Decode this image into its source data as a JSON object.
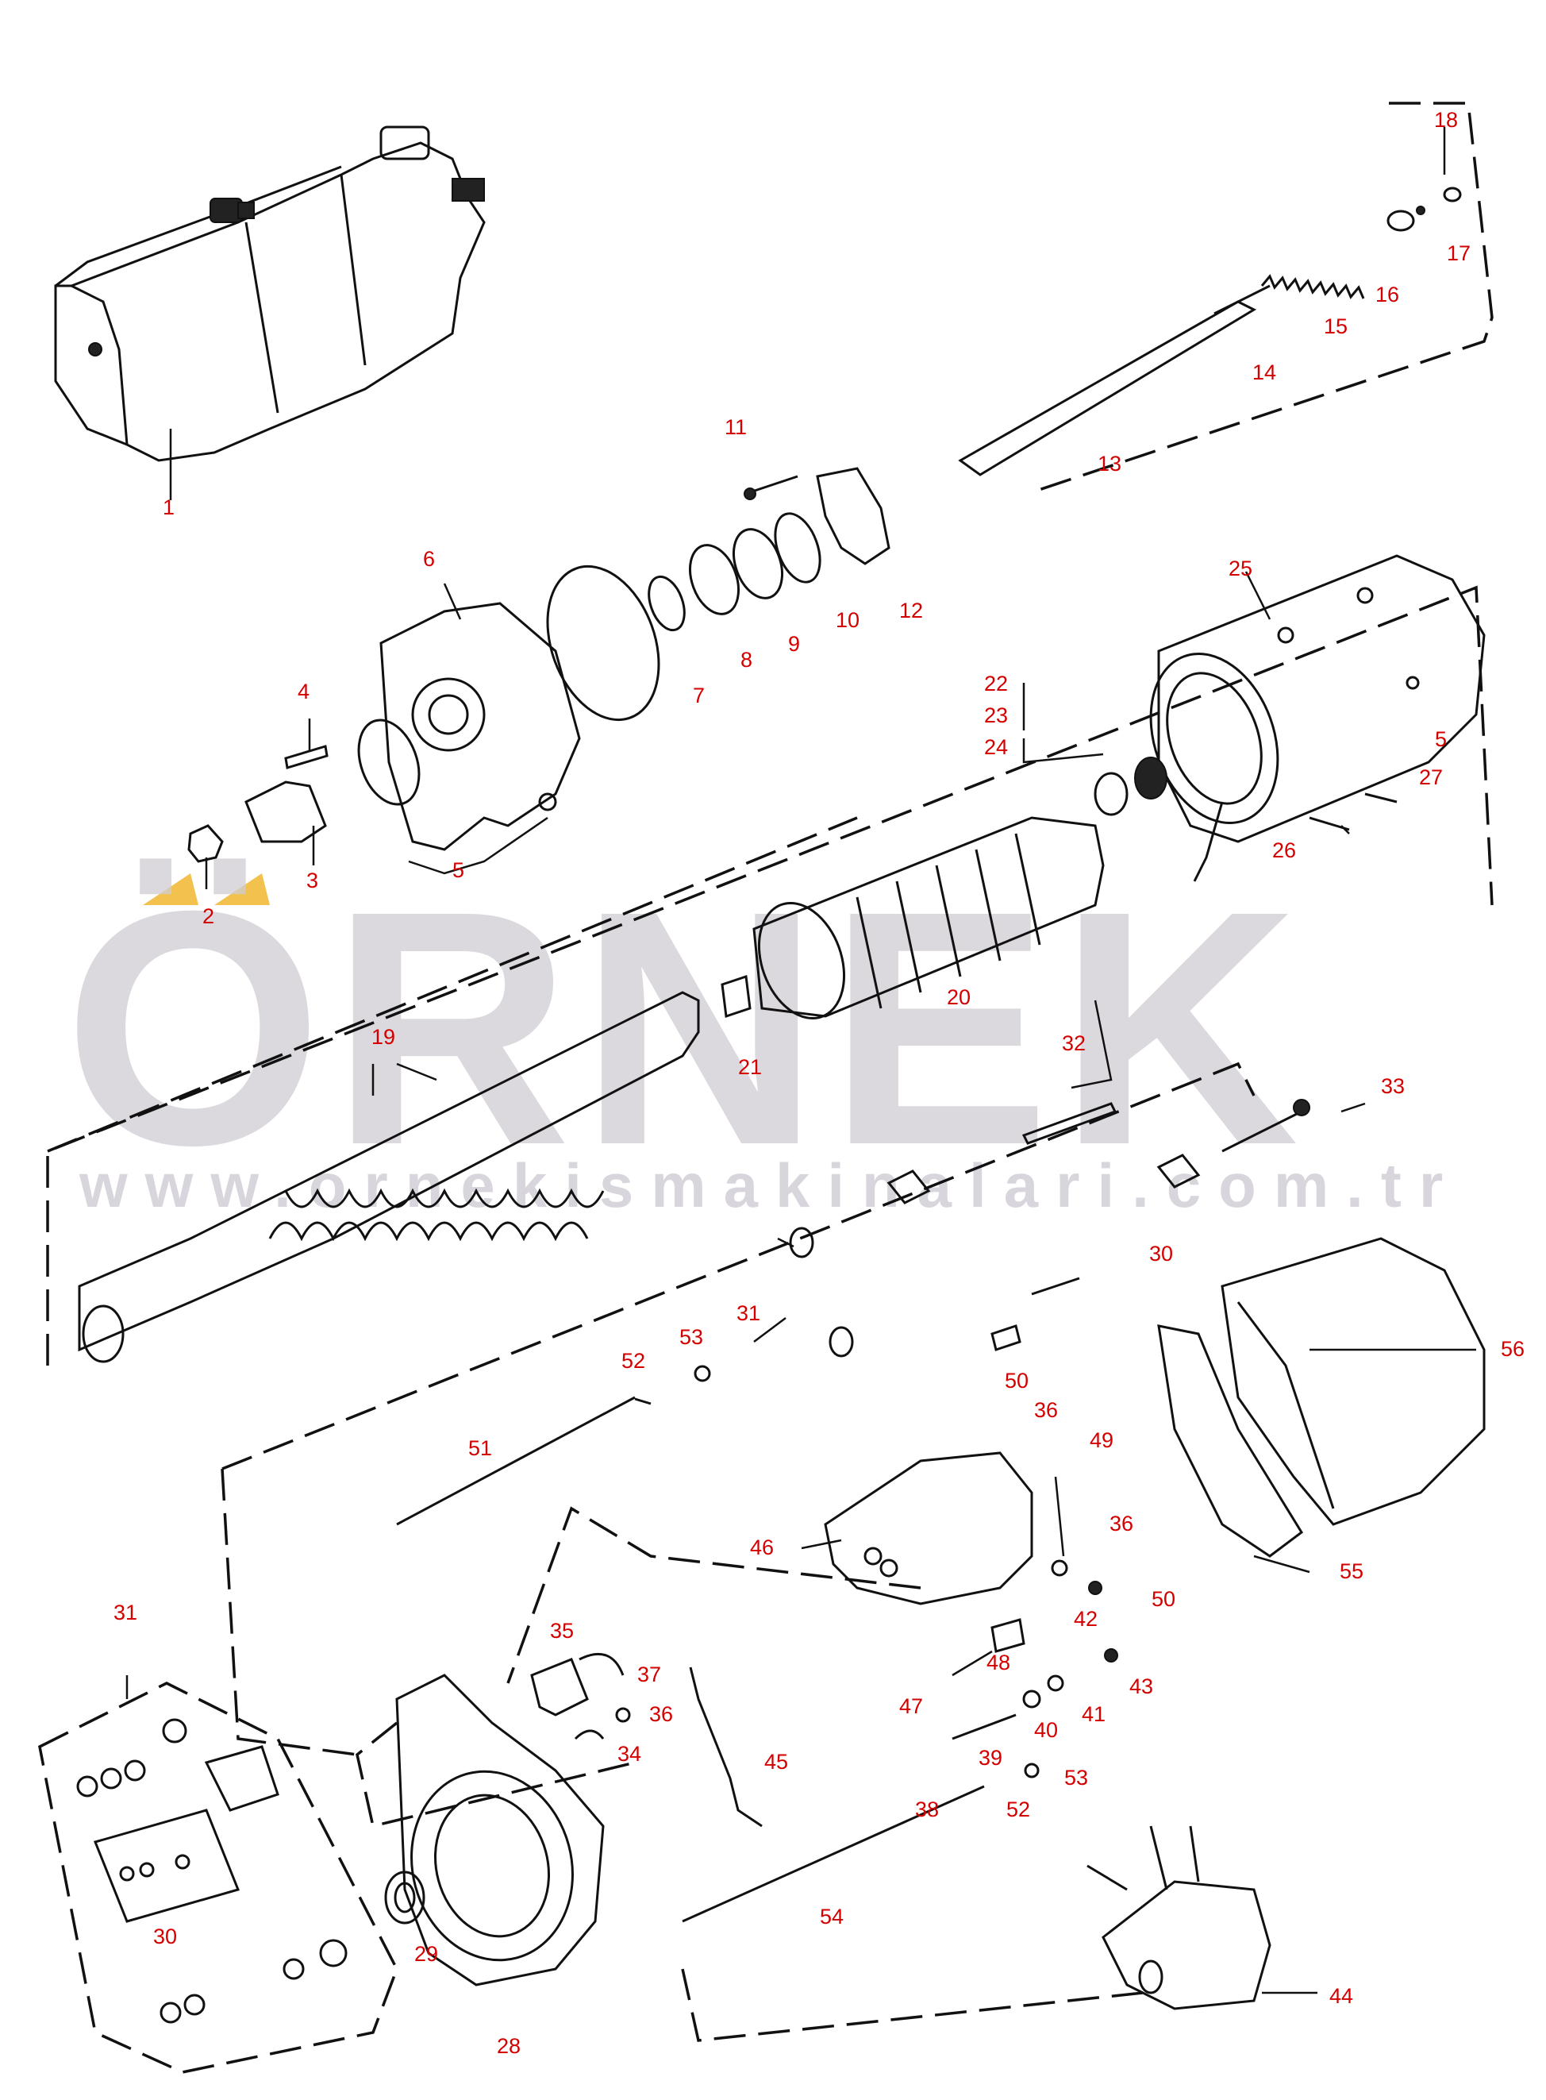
{
  "watermark": {
    "brand": "ÖRNEK",
    "url": "www.ornekismakinalari.com.tr",
    "accent_color": "#f2c14e"
  },
  "callouts": [
    {
      "id": "c1",
      "text": "1"
    },
    {
      "id": "c2",
      "text": "2"
    },
    {
      "id": "c3",
      "text": "3"
    },
    {
      "id": "c4",
      "text": "4"
    },
    {
      "id": "c5a",
      "text": "5"
    },
    {
      "id": "c5b",
      "text": "5"
    },
    {
      "id": "c6",
      "text": "6"
    },
    {
      "id": "c7",
      "text": "7"
    },
    {
      "id": "c8",
      "text": "8"
    },
    {
      "id": "c9",
      "text": "9"
    },
    {
      "id": "c10",
      "text": "10"
    },
    {
      "id": "c11",
      "text": "11"
    },
    {
      "id": "c12",
      "text": "12"
    },
    {
      "id": "c13",
      "text": "13"
    },
    {
      "id": "c14",
      "text": "14"
    },
    {
      "id": "c15",
      "text": "15"
    },
    {
      "id": "c16",
      "text": "16"
    },
    {
      "id": "c17",
      "text": "17"
    },
    {
      "id": "c18",
      "text": "18"
    },
    {
      "id": "c19",
      "text": "19"
    },
    {
      "id": "c20",
      "text": "20"
    },
    {
      "id": "c21",
      "text": "21"
    },
    {
      "id": "c22",
      "text": "22"
    },
    {
      "id": "c23",
      "text": "23"
    },
    {
      "id": "c24",
      "text": "24"
    },
    {
      "id": "c25",
      "text": "25"
    },
    {
      "id": "c26",
      "text": "26"
    },
    {
      "id": "c27",
      "text": "27"
    },
    {
      "id": "c28",
      "text": "28"
    },
    {
      "id": "c29",
      "text": "29"
    },
    {
      "id": "c30a",
      "text": "30"
    },
    {
      "id": "c30b",
      "text": "30"
    },
    {
      "id": "c31a",
      "text": "31"
    },
    {
      "id": "c31b",
      "text": "31"
    },
    {
      "id": "c32",
      "text": "32"
    },
    {
      "id": "c33",
      "text": "33"
    },
    {
      "id": "c34",
      "text": "34"
    },
    {
      "id": "c35",
      "text": "35"
    },
    {
      "id": "c36a",
      "text": "36"
    },
    {
      "id": "c36b",
      "text": "36"
    },
    {
      "id": "c36c",
      "text": "36"
    },
    {
      "id": "c37",
      "text": "37"
    },
    {
      "id": "c38",
      "text": "38"
    },
    {
      "id": "c39",
      "text": "39"
    },
    {
      "id": "c40",
      "text": "40"
    },
    {
      "id": "c41",
      "text": "41"
    },
    {
      "id": "c42",
      "text": "42"
    },
    {
      "id": "c43",
      "text": "43"
    },
    {
      "id": "c44",
      "text": "44"
    },
    {
      "id": "c45",
      "text": "45"
    },
    {
      "id": "c46",
      "text": "46"
    },
    {
      "id": "c47",
      "text": "47"
    },
    {
      "id": "c48",
      "text": "48"
    },
    {
      "id": "c49",
      "text": "49"
    },
    {
      "id": "c50a",
      "text": "50"
    },
    {
      "id": "c50b",
      "text": "50"
    },
    {
      "id": "c51",
      "text": "51"
    },
    {
      "id": "c52a",
      "text": "52"
    },
    {
      "id": "c52b",
      "text": "52"
    },
    {
      "id": "c53a",
      "text": "53"
    },
    {
      "id": "c53b",
      "text": "53"
    },
    {
      "id": "c54",
      "text": "54"
    },
    {
      "id": "c55",
      "text": "55"
    },
    {
      "id": "c56",
      "text": "56"
    }
  ]
}
